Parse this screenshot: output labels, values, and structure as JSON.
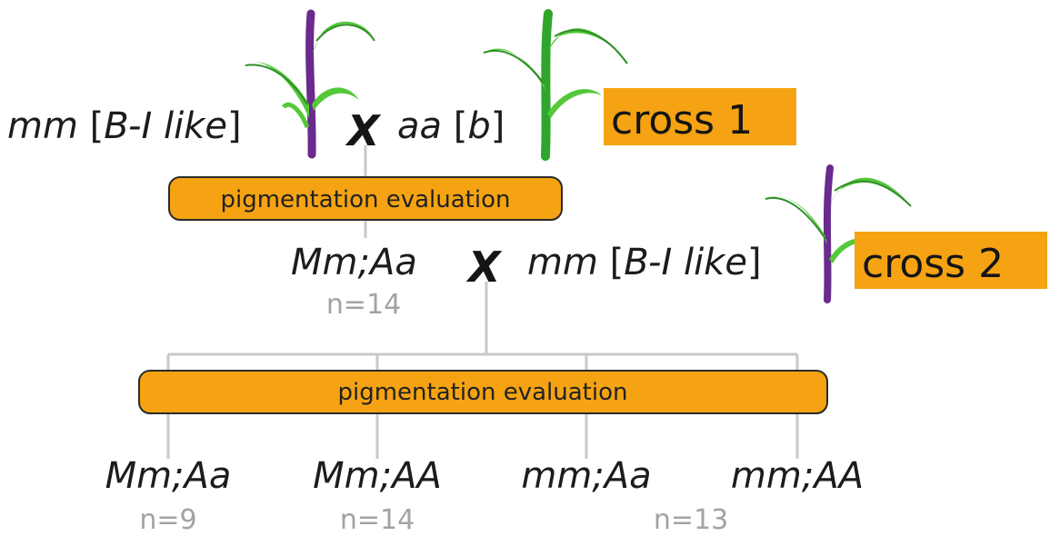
{
  "colors": {
    "accent_orange": "#f5a312",
    "plant_green": "#55c83a",
    "plant_green_dark": "#2f8f28",
    "stem_purple": "#6a2a8e",
    "connector_gray": "#c9c9c9"
  },
  "cross1": {
    "parent1": {
      "genotype": "mm",
      "phenotype_open": "[",
      "phenotype": "B-I like",
      "phenotype_close": "]"
    },
    "x": "X",
    "parent2": {
      "genotype": "aa",
      "phenotype_open": "[",
      "phenotype": "b",
      "phenotype_close": "]"
    },
    "label": "cross 1"
  },
  "evaluation1": {
    "label": "pigmentation evaluation"
  },
  "cross2": {
    "parent1": {
      "genotype": "Mm;Aa",
      "n": "n=14"
    },
    "x": "X",
    "parent2": {
      "genotype": "mm",
      "phenotype_open": "[",
      "phenotype": "B-I like",
      "phenotype_close": "]"
    },
    "label": "cross 2"
  },
  "evaluation2": {
    "label": "pigmentation evaluation"
  },
  "offspring": [
    {
      "genotype": "Mm;Aa",
      "n": "n=9"
    },
    {
      "genotype": "Mm;AA",
      "n": "n=14"
    },
    {
      "genotype": "mm;Aa",
      "n": ""
    },
    {
      "genotype": "mm;AA",
      "n": ""
    }
  ],
  "shared_n": "n=13",
  "icons": [
    "purple-stem-plant-icon",
    "green-plant-icon",
    "purple-stem-plant-icon"
  ]
}
